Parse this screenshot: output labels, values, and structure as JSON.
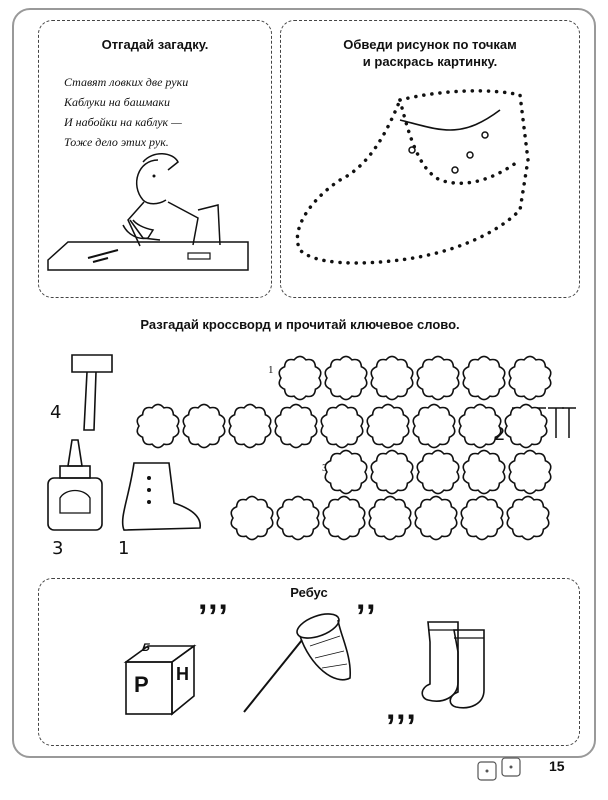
{
  "riddle": {
    "title": "Отгадай загадку.",
    "lines": [
      "Ставят ловких две руки",
      "Каблуки на башмаки",
      "И набойки на каблук —",
      "Тоже дело этих рук."
    ]
  },
  "dot_drawing": {
    "title_line1": "Обведи рисунок по точкам",
    "title_line2": "и раскрась картинку."
  },
  "crossword": {
    "title": "Разгадай кроссворд и прочитай ключевое слово.",
    "row_numbers": [
      "1",
      "2",
      "3",
      "4"
    ],
    "picture_numbers": {
      "hammer": "4",
      "nails": "2",
      "glue": "3",
      "boot": "1"
    }
  },
  "rebus": {
    "title": "Ребус",
    "commas_top_left": "’’’",
    "commas_top_right": "’’",
    "commas_bottom": "’’’",
    "cube_letters": [
      "Б",
      "Р",
      "Н"
    ]
  },
  "footer": {
    "page_number": "15"
  }
}
